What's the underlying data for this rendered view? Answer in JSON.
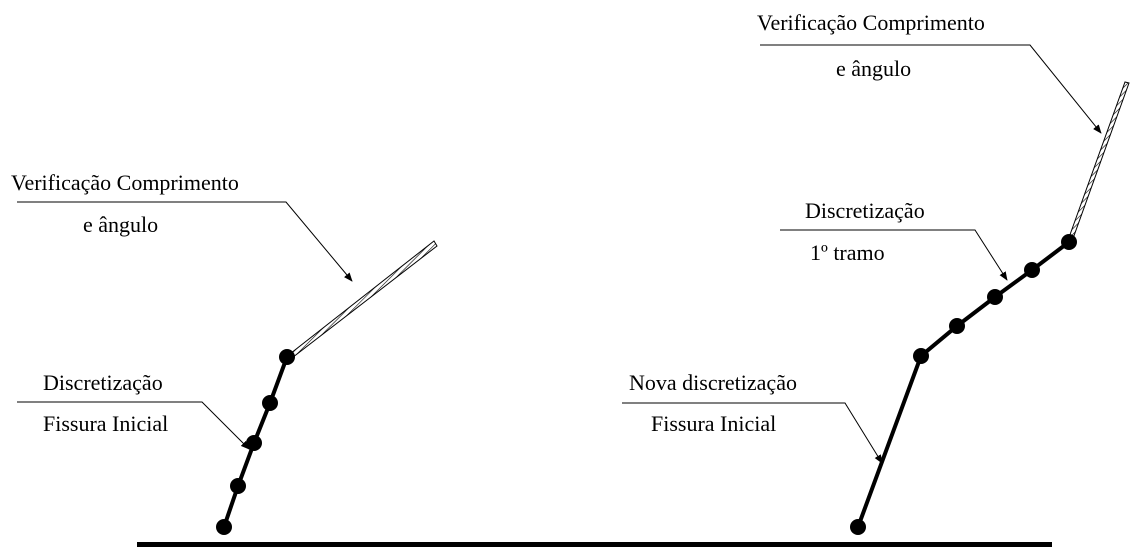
{
  "labels": {
    "left_check_line1": "Verificação Comprimento",
    "left_check_line2": "e ângulo",
    "left_disc_line1": "Discretização",
    "left_disc_line2": "Fissura Inicial",
    "right_check_line1": "Verificação Comprimento",
    "right_check_line2": "e ângulo",
    "right_disc_line1": "Discretização",
    "right_disc_line2": "1º tramo",
    "right_newdisc_line1": "Nova discretização",
    "right_newdisc_line2": "Fissura Inicial"
  },
  "colors": {
    "ink": "#000000",
    "background": "#ffffff"
  }
}
